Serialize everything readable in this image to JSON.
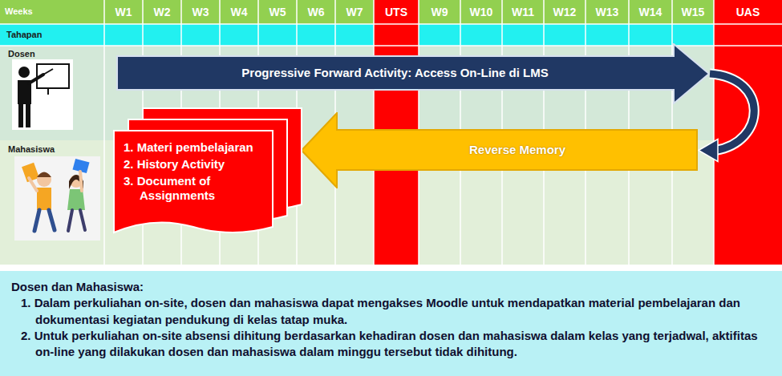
{
  "diagram": {
    "nodes": [
      {
        "text": [
          "Progressive Forward Activity: Access On-Line di LMS"
        ]
      },
      {
        "text": [
          "Reverse Memory"
        ]
      },
      {
        "text": [
          "1. Materi pembelajaran",
          "2. History Activity",
          "3. Document of Assignments"
        ]
      },
      {
        "text": [
          "Dosen dan Mahasiswa:",
          "1. Dalam perkuliahan on-site, dosen dan mahasiswa dapat mengakses Moodle untuk mendapatkan material pembelajaran dan dokumentasi kegiatan pendukung di kelas tatap muka.",
          "2. Untuk perkuliahan on-site absensi dihitung berdasarkan kehadiran dosen dan mahasiswa dalam kelas yang terjadwal, aktifitas on-line yang dilakukan dosen dan mahasiswa dalam minggu tersebut tidak dihitung."
        ]
      }
    ],
    "edges": [
      {
        "from": 0,
        "to": 1,
        "arrow": "to"
      }
    ],
    "labels": [
      "Weeks",
      "W1",
      "W2",
      "W3",
      "W4",
      "W5",
      "W6",
      "W7",
      "UTS",
      "W9",
      "W10",
      "W11",
      "W12",
      "W13",
      "W14",
      "W15",
      "UAS",
      "Tahapan",
      "Dosen",
      "Mahasiswa"
    ]
  }
}
